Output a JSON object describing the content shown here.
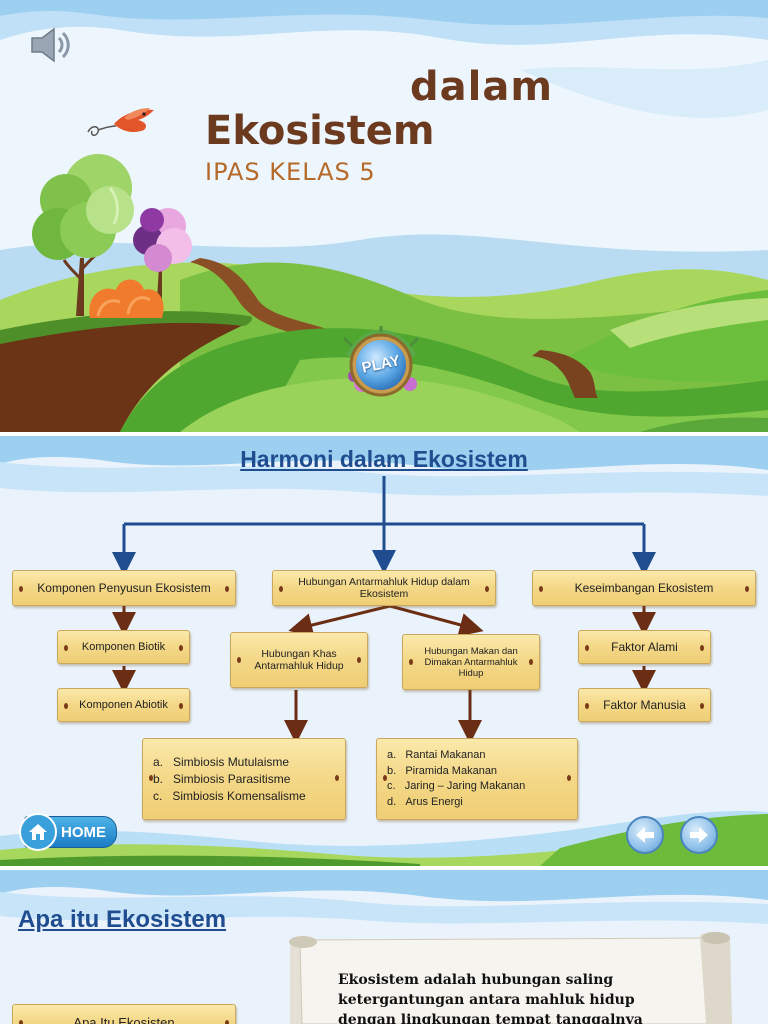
{
  "slide1": {
    "title_line1": "dalam",
    "title_line2": "Ekosistem",
    "subtitle": "IPAS KELAS 5",
    "play_label": "PLAY",
    "sound_icon": "speaker-icon"
  },
  "slide2": {
    "title": "Harmoni dalam Ekosistem",
    "branches": {
      "komponen": {
        "label": "Komponen Penyusun Ekosistem",
        "children": [
          "Komponen Biotik",
          "Komponen Abiotik"
        ]
      },
      "hubungan": {
        "label": "Hubungan Antarmahluk Hidup dalam Ekosistem",
        "khas": {
          "label": "Hubungan Khas Antarmahluk Hidup",
          "items": [
            "a.   Simbiosis Mutulaisme",
            "b.   Simbiosis Parasitisme",
            "c.   Simbiosis Komensalisme"
          ]
        },
        "makan": {
          "label": "Hubungan Makan dan Dimakan Antarmahluk Hidup",
          "items": [
            "a.   Rantai Makanan",
            "b.   Piramida Makanan",
            "c.   Jaring – Jaring Makanan",
            "d.   Arus Energi"
          ]
        }
      },
      "keseimbangan": {
        "label": "Keseimbangan Ekosistem",
        "children": [
          "Faktor Alami",
          "Faktor Manusia"
        ]
      }
    },
    "home_label": "HOME",
    "prev_icon": "arrow-left-icon",
    "next_icon": "arrow-right-icon"
  },
  "slide3": {
    "title": "Apa itu Ekosistem",
    "board_label": "Apa Itu Ekosisten",
    "definition": "Ekosistem adalah hubungan saling ketergantungan antara mahluk hidup dengan lingkungan tempat tanggalnya"
  },
  "colors": {
    "brown_title": "#6b3a1f",
    "blue_title": "#1f4d8f",
    "connector_blue": "#1f4d8f",
    "connector_brown": "#6b2e15",
    "grass_green": "#6fbf3a",
    "board_wood": "#f4d98a"
  }
}
